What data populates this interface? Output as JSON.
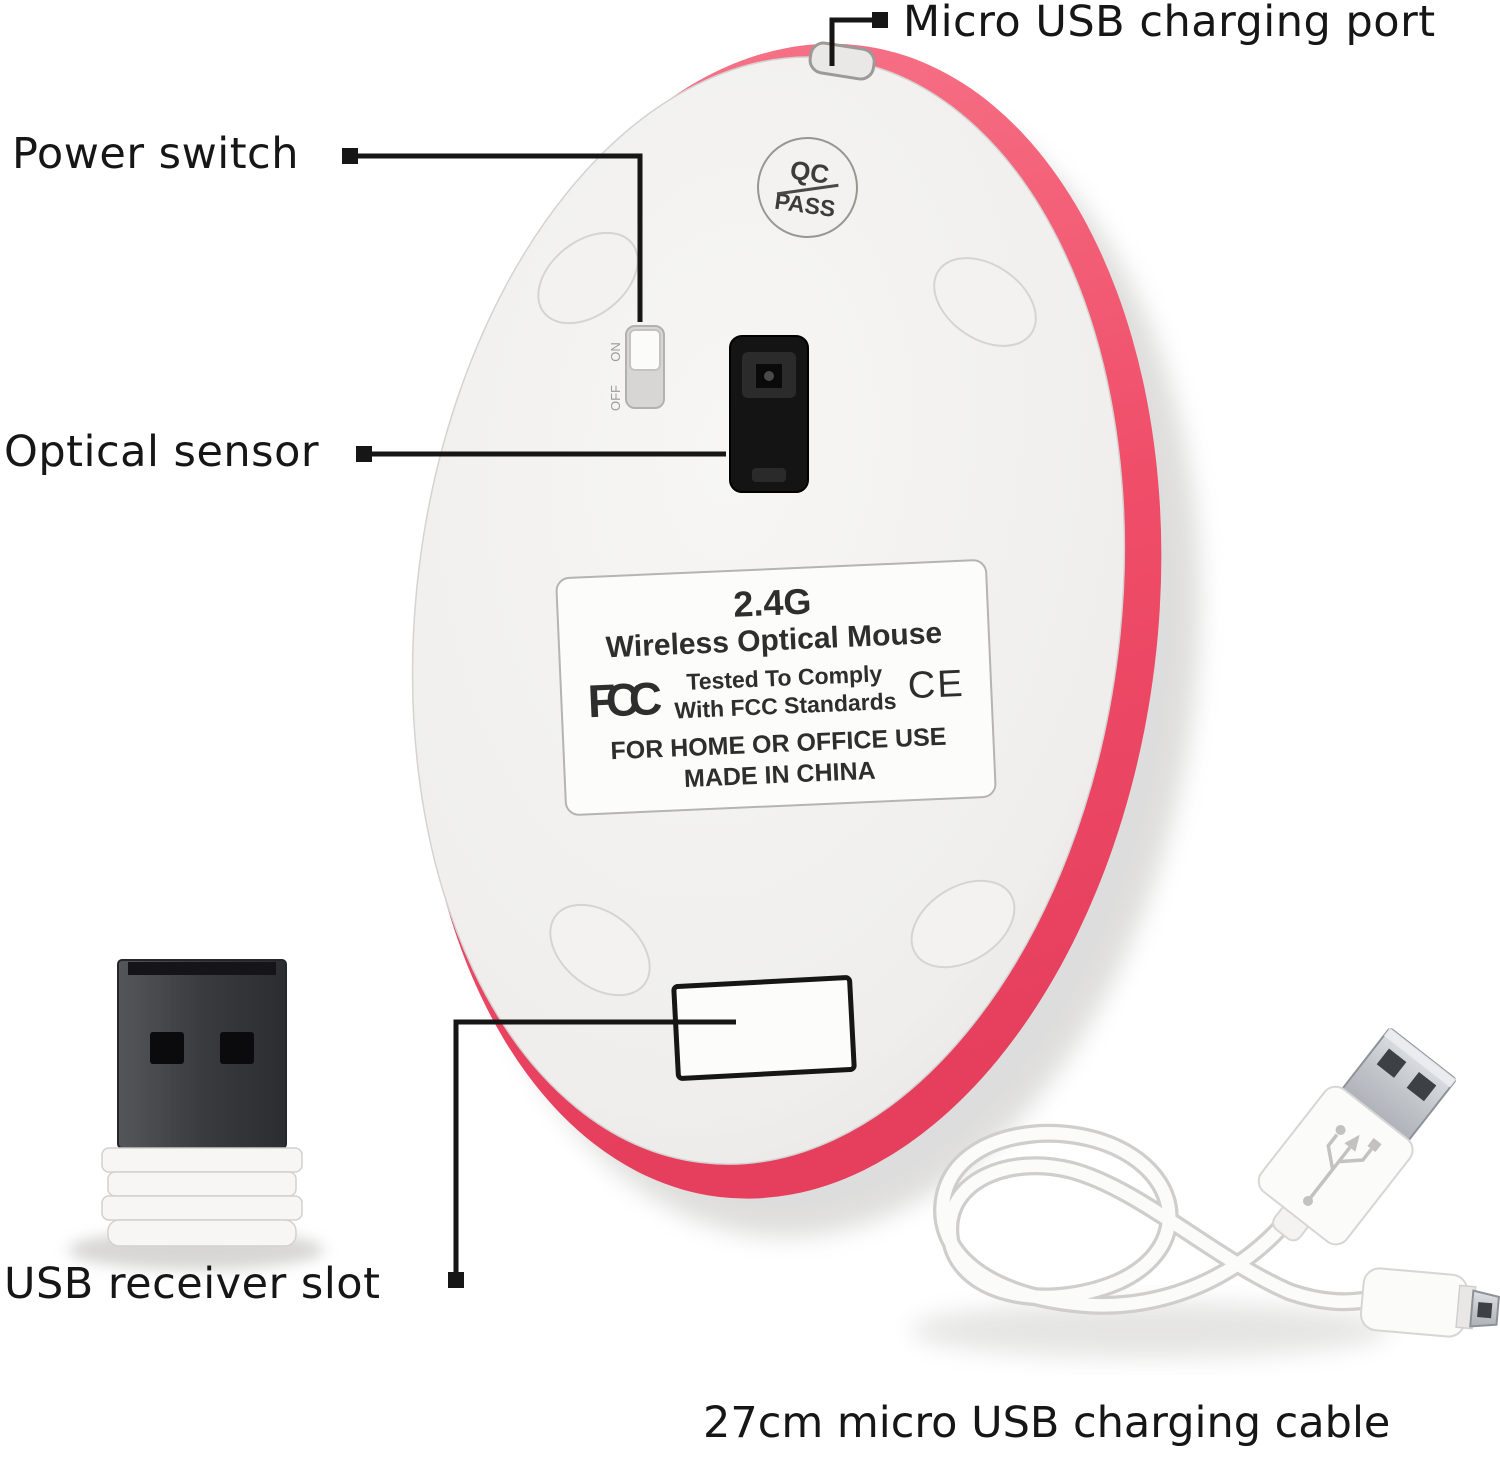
{
  "callouts": {
    "micro_usb": {
      "label": "Micro USB charging port"
    },
    "power_switch": {
      "label": "Power switch"
    },
    "optical_sensor": {
      "label": "Optical sensor"
    },
    "usb_receiver": {
      "label": "USB receiver slot"
    },
    "charging_cable": {
      "label": "27cm micro USB charging cable"
    }
  },
  "mouse": {
    "qc_badge": {
      "line1": "QC",
      "line2": "PASS"
    },
    "power_switch": {
      "on": "ON",
      "off": "OFF"
    },
    "info_label": {
      "title": "2.4G",
      "subtitle": "Wireless Optical Mouse",
      "fcc_logo": "FCC",
      "comply_line1": "Tested To Comply",
      "comply_line2": "With FCC Standards",
      "ce_logo": "CE",
      "usage": "FOR HOME OR OFFICE USE",
      "origin": "MADE IN CHINA"
    }
  },
  "colors": {
    "accent_pink": "#ef4d68",
    "accent_pink_light": "#f8788c",
    "callout_line": "#161616",
    "body_gray": "#efeeec",
    "sensor_black": "#141414",
    "metal_dark": "#3a3b3f"
  }
}
